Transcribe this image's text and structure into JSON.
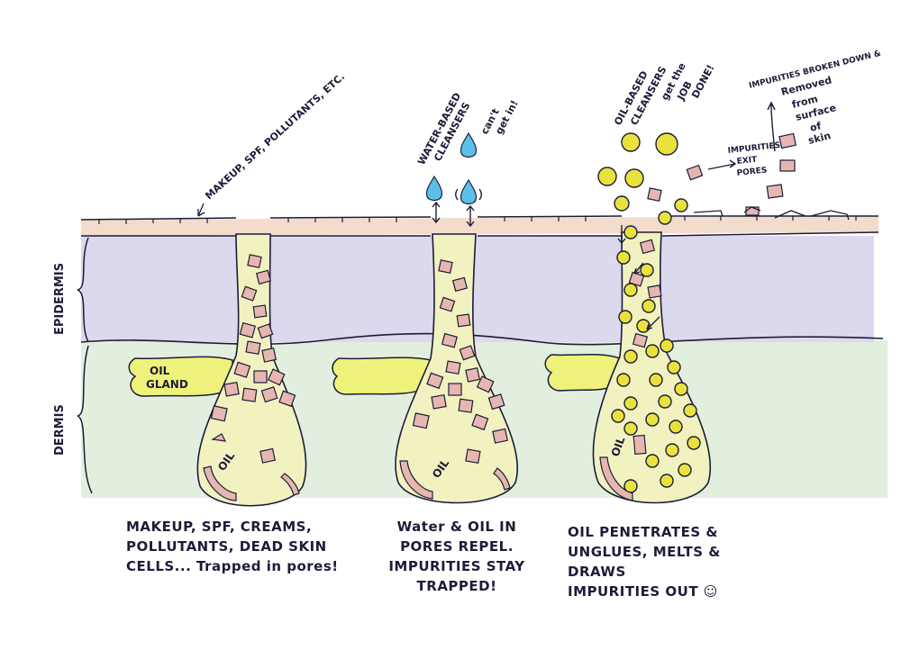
{
  "labels": {
    "epidermis": "EPIDERMIS",
    "dermis": "DERMIS",
    "oil_gland_line1": "OIL",
    "oil_gland_line2": "GLAND",
    "oil": "OIL",
    "makeup_note": "MAKEUP, SPF, POLLUTANTS, ETC.",
    "water_note_line1": "WATER-BASED",
    "water_note_line2": "CLEANSERS",
    "water_note_line3": "can't",
    "water_note_line4": "get in!",
    "oil_note_line1": "OIL-BASED",
    "oil_note_line2": "CLEANSERS",
    "oil_note_line3": "get the",
    "oil_note_line4": "JOB",
    "oil_note_line5": "DONE!",
    "exit_line1": "IMPURITIES",
    "exit_line2": "EXIT",
    "exit_line3": "PORES",
    "removed_line1": "IMPURITIES BROKEN DOWN &",
    "removed_line2": "Removed",
    "removed_line3": "from",
    "removed_line4": "surface",
    "removed_line5": "of",
    "removed_line6": "skin"
  },
  "captions": {
    "pore1": "MAKEUP, SPF, CREAMS, POLLUTANTS, DEAD SKIN CELLS... Trapped in pores!",
    "pore2": "Water & OIL IN PORES REPEL. IMPURITIES STAY TRAPPED!",
    "pore3": "OIL PENETRATES & UNGLUES, MELTS & DRAWS IMPURITIES OUT ☺"
  },
  "colors": {
    "epidermis": "#dcd8ee",
    "dermis": "#e2efdf",
    "surface": "#f3dccb",
    "pore_fill": "#f2f2c0",
    "oil_gland": "#eef27a",
    "impurity": "#e6b7b0",
    "oil_drop": "#eae23c",
    "water_drop": "#5cc0e6",
    "ink": "#1c1c3a"
  }
}
